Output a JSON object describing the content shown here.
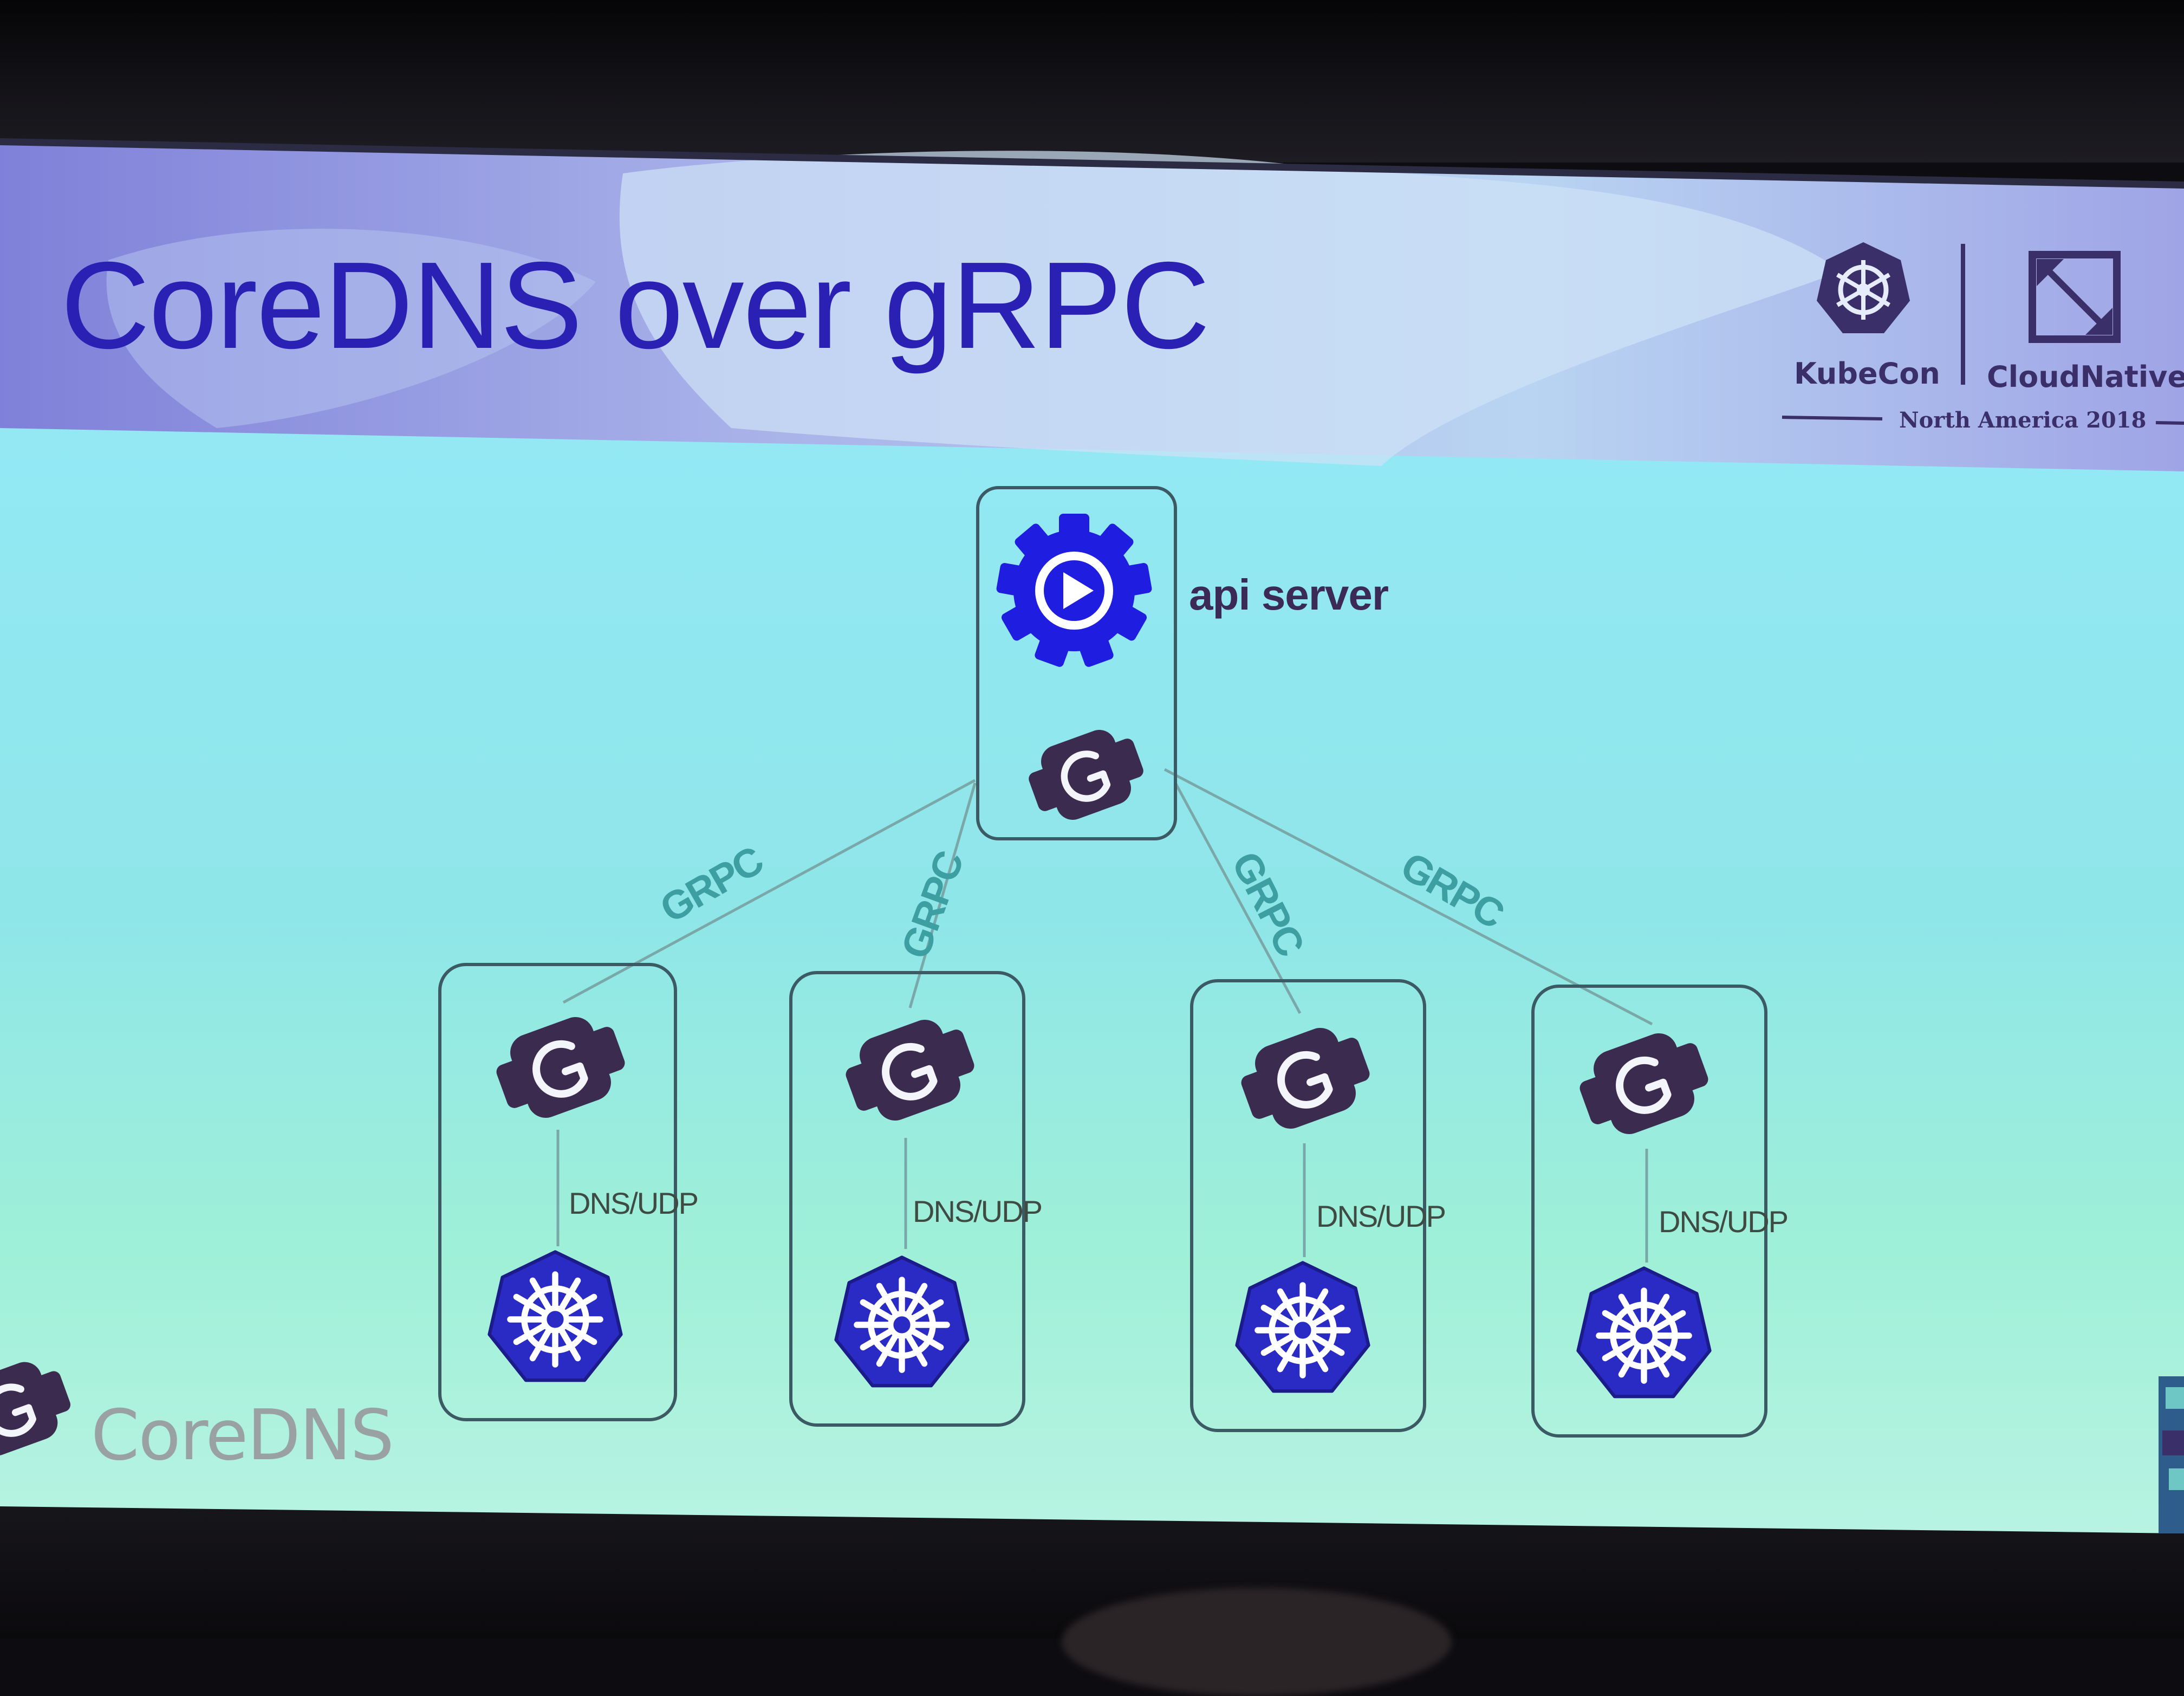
{
  "slide": {
    "title": "CoreDNS over gRPC",
    "footer_brand": "CoreDNS"
  },
  "header_logos": {
    "kubecon_label": "KubeCon",
    "cloudnative_label": "CloudNative",
    "event_label": "North America 2018"
  },
  "diagram": {
    "api_server_label": "api server",
    "link_label": "GRPC",
    "inner_link_label": "DNS/UDP"
  },
  "icons": {
    "api_server": "gear-play-icon",
    "grpc_node": "grpc-connector-icon",
    "kubernetes": "kubernetes-helm-icon"
  },
  "colors": {
    "title": "#2a21b4",
    "gear_blue": "#1f1ee0",
    "k8s_blue": "#2a2ac4",
    "grpc_node": "#3b2b4f",
    "grpc_label": "#3d9fa1"
  }
}
